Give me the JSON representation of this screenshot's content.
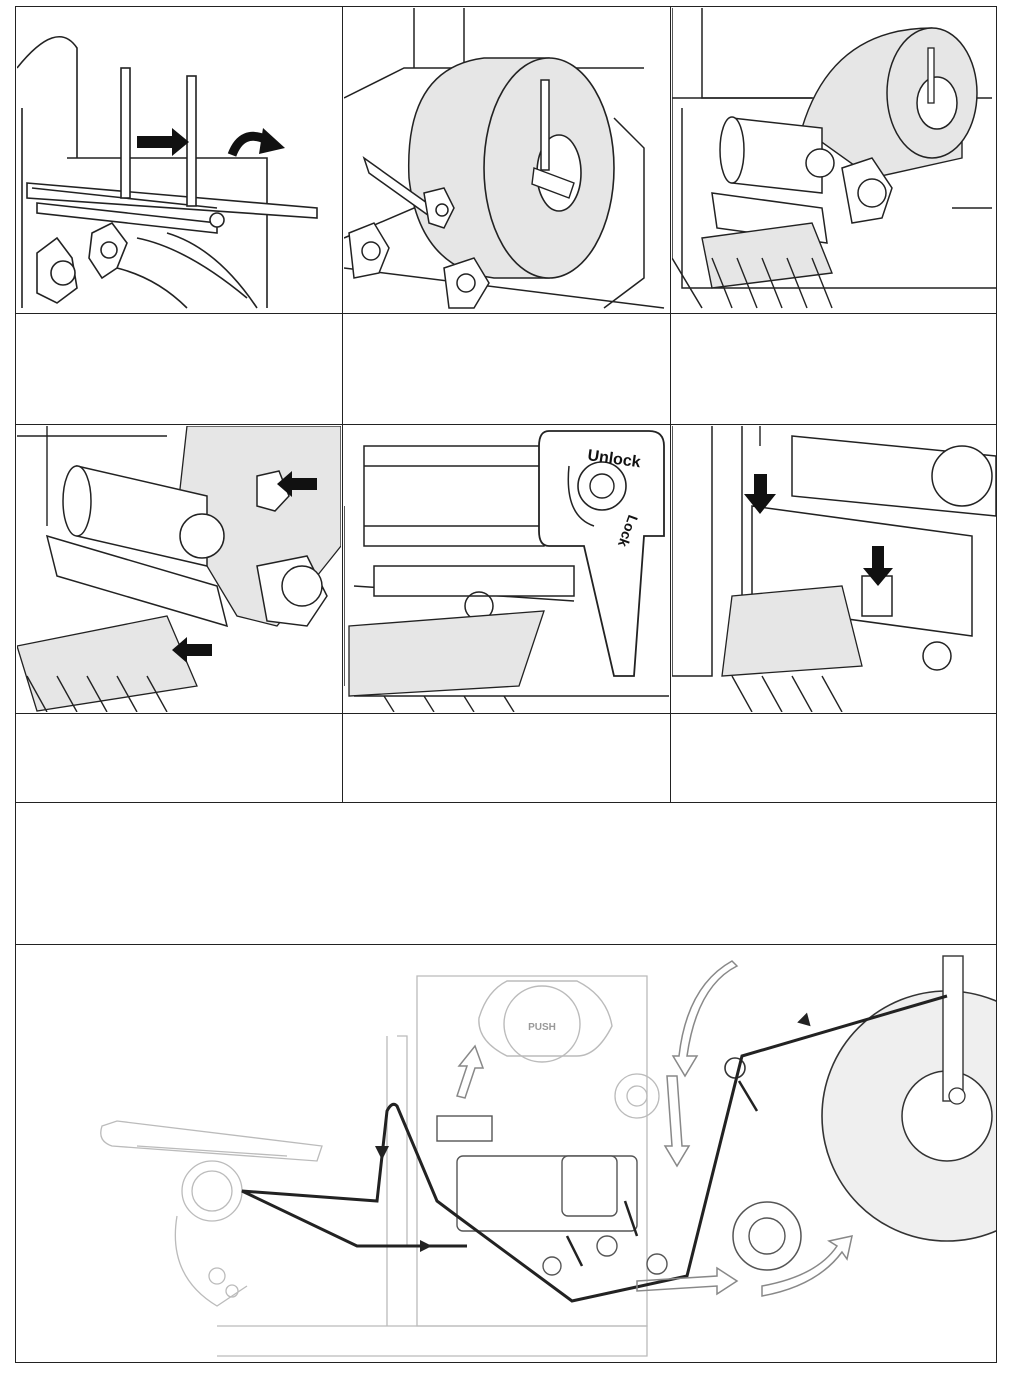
{
  "illustrations": {
    "step6_lever": {
      "label": "Unlock",
      "label2": "Lock"
    },
    "path_diagram": {
      "push_label": "PUSH"
    }
  },
  "captions": [
    "",
    "",
    "",
    "",
    "",
    "",
    ""
  ],
  "colors": {
    "line": "#222222",
    "paper": "#e6e6e6",
    "background": "#ffffff"
  }
}
